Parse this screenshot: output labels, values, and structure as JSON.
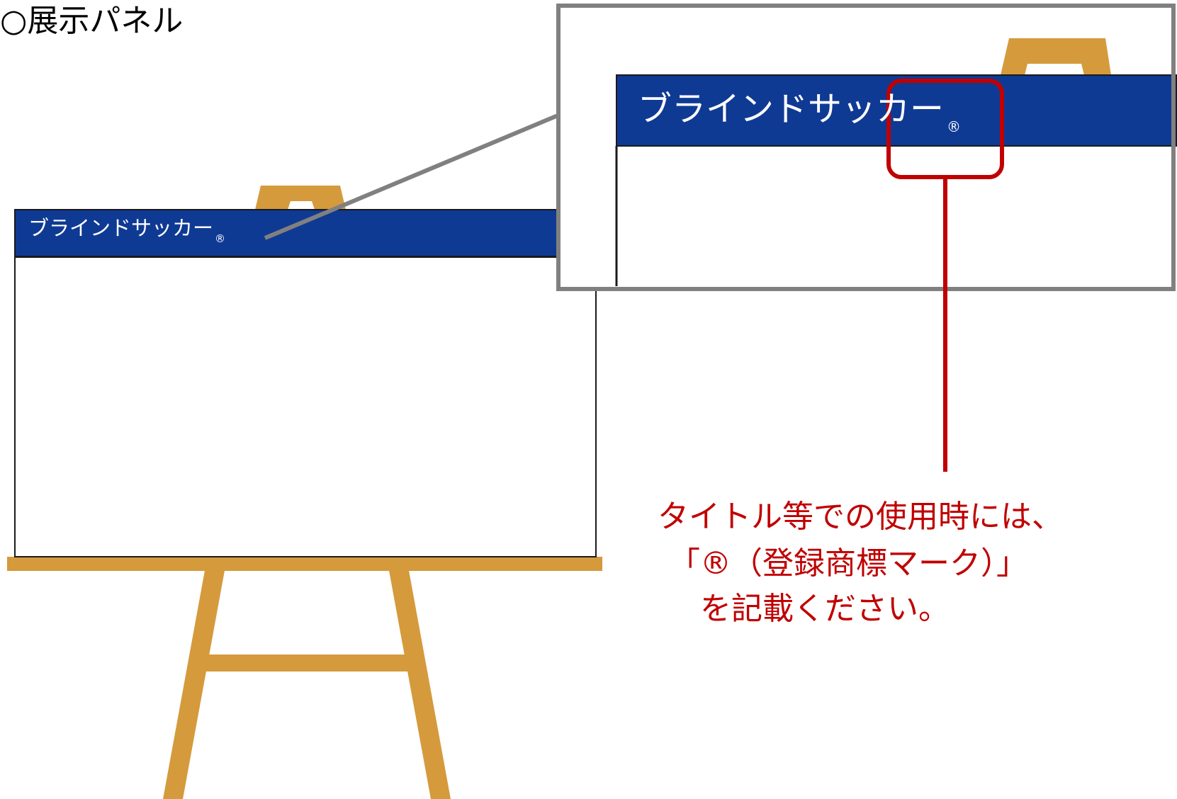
{
  "heading": "○展示パネル",
  "panel": {
    "title": "ブラインドサッカー",
    "registered_mark": "®"
  },
  "note": {
    "line1": "タイトル等での使用時には、",
    "line2": "「®（登録商標マーク）」",
    "line3": "を記載ください。"
  },
  "colors": {
    "title_bar": "#0f3a94",
    "easel_wood": "#d49a3c",
    "callout_red": "#c00000",
    "zoom_frame": "#808080",
    "panel_outline": "#1a1a1a"
  }
}
